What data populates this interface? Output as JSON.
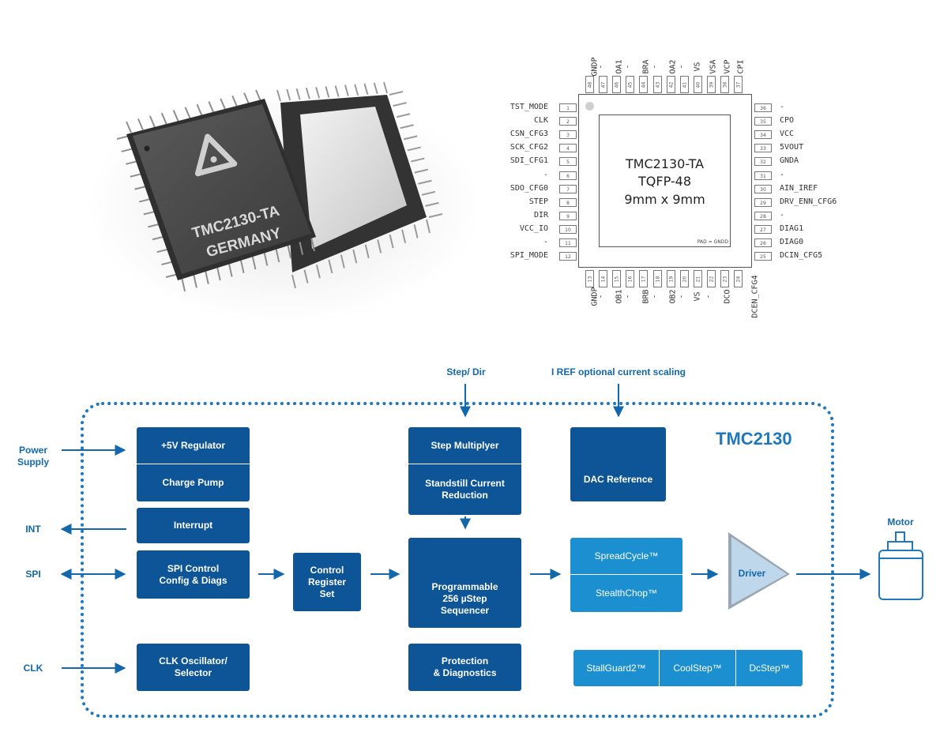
{
  "chip_photo": {
    "marking_line1": "TMC2130-TA",
    "marking_line2": "GERMANY"
  },
  "pinout": {
    "center_line1": "TMC2130-TA",
    "center_line2": "TQFP-48",
    "center_line3": "9mm x 9mm",
    "pad_note": "PAD = GNDD",
    "left_pins": [
      {
        "num": "1",
        "name": "TST_MODE"
      },
      {
        "num": "2",
        "name": "CLK"
      },
      {
        "num": "3",
        "name": "CSN_CFG3"
      },
      {
        "num": "4",
        "name": "SCK_CFG2"
      },
      {
        "num": "5",
        "name": "SDI_CFG1"
      },
      {
        "num": "6",
        "name": "-"
      },
      {
        "num": "7",
        "name": "SDO_CFG0"
      },
      {
        "num": "8",
        "name": "STEP"
      },
      {
        "num": "9",
        "name": "DIR"
      },
      {
        "num": "10",
        "name": "VCC_IO"
      },
      {
        "num": "11",
        "name": "-"
      },
      {
        "num": "12",
        "name": "SPI_MODE"
      }
    ],
    "right_pins": [
      {
        "num": "36",
        "name": "-"
      },
      {
        "num": "35",
        "name": "CPO"
      },
      {
        "num": "34",
        "name": "VCC"
      },
      {
        "num": "33",
        "name": "5VOUT"
      },
      {
        "num": "32",
        "name": "GNDA"
      },
      {
        "num": "31",
        "name": "-"
      },
      {
        "num": "30",
        "name": "AIN_IREF"
      },
      {
        "num": "29",
        "name": "DRV_ENN_CFG6"
      },
      {
        "num": "28",
        "name": "-"
      },
      {
        "num": "27",
        "name": "DIAG1"
      },
      {
        "num": "26",
        "name": "DIAG0"
      },
      {
        "num": "25",
        "name": "DCIN_CFG5"
      }
    ],
    "top_pins": [
      {
        "num": "48",
        "name": "GNDP"
      },
      {
        "num": "47",
        "name": "-"
      },
      {
        "num": "46",
        "name": "OA1"
      },
      {
        "num": "45",
        "name": "-"
      },
      {
        "num": "44",
        "name": "BRA"
      },
      {
        "num": "43",
        "name": "-"
      },
      {
        "num": "42",
        "name": "OA2"
      },
      {
        "num": "41",
        "name": "-"
      },
      {
        "num": "40",
        "name": "VS"
      },
      {
        "num": "39",
        "name": "VSA"
      },
      {
        "num": "38",
        "name": "VCP"
      },
      {
        "num": "37",
        "name": "CPI"
      }
    ],
    "bottom_pins": [
      {
        "num": "13",
        "name": "GNDP"
      },
      {
        "num": "14",
        "name": "-"
      },
      {
        "num": "15",
        "name": "OB1"
      },
      {
        "num": "16",
        "name": "-"
      },
      {
        "num": "17",
        "name": "BRB"
      },
      {
        "num": "18",
        "name": "-"
      },
      {
        "num": "19",
        "name": "OB2"
      },
      {
        "num": "20",
        "name": "-"
      },
      {
        "num": "21",
        "name": "VS"
      },
      {
        "num": "22",
        "name": "-"
      },
      {
        "num": "23",
        "name": "DCO"
      },
      {
        "num": "24",
        "name": "DCEN_CFG4"
      }
    ]
  },
  "diagram": {
    "title": "TMC2130",
    "inputs": {
      "power_supply": "Power\nSupply",
      "int": "INT",
      "spi": "SPI",
      "clk": "CLK",
      "step_dir": "Step/ Dir",
      "iref": "I REF optional current scaling",
      "motor": "Motor"
    },
    "blocks": {
      "regulator": "+5V Regulator",
      "charge_pump": "Charge Pump",
      "interrupt": "Interrupt",
      "spi_control": "SPI Control\nConfig & Diags",
      "clk_osc": "CLK Oscillator/\nSelector",
      "control_register": "Control\nRegister\nSet",
      "step_multiplyer": "Step Multiplyer",
      "standstill": "Standstill Current\nReduction",
      "sequencer": "Programmable\n256 µStep\nSequencer",
      "protection": "Protection\n& Diagnostics",
      "dac": "DAC Reference",
      "spreadcycle": "SpreadCycle™",
      "stealthchop": "StealthChop™",
      "driver": "Driver",
      "stallguard": "StallGuard2™",
      "coolstep": "CoolStep™",
      "dcstep": "DcStep™"
    }
  },
  "colors": {
    "dark_block": "#0d5596",
    "light_block": "#1c8fd0",
    "accent_text": "#1268ab",
    "title_text": "#1f77bd"
  }
}
